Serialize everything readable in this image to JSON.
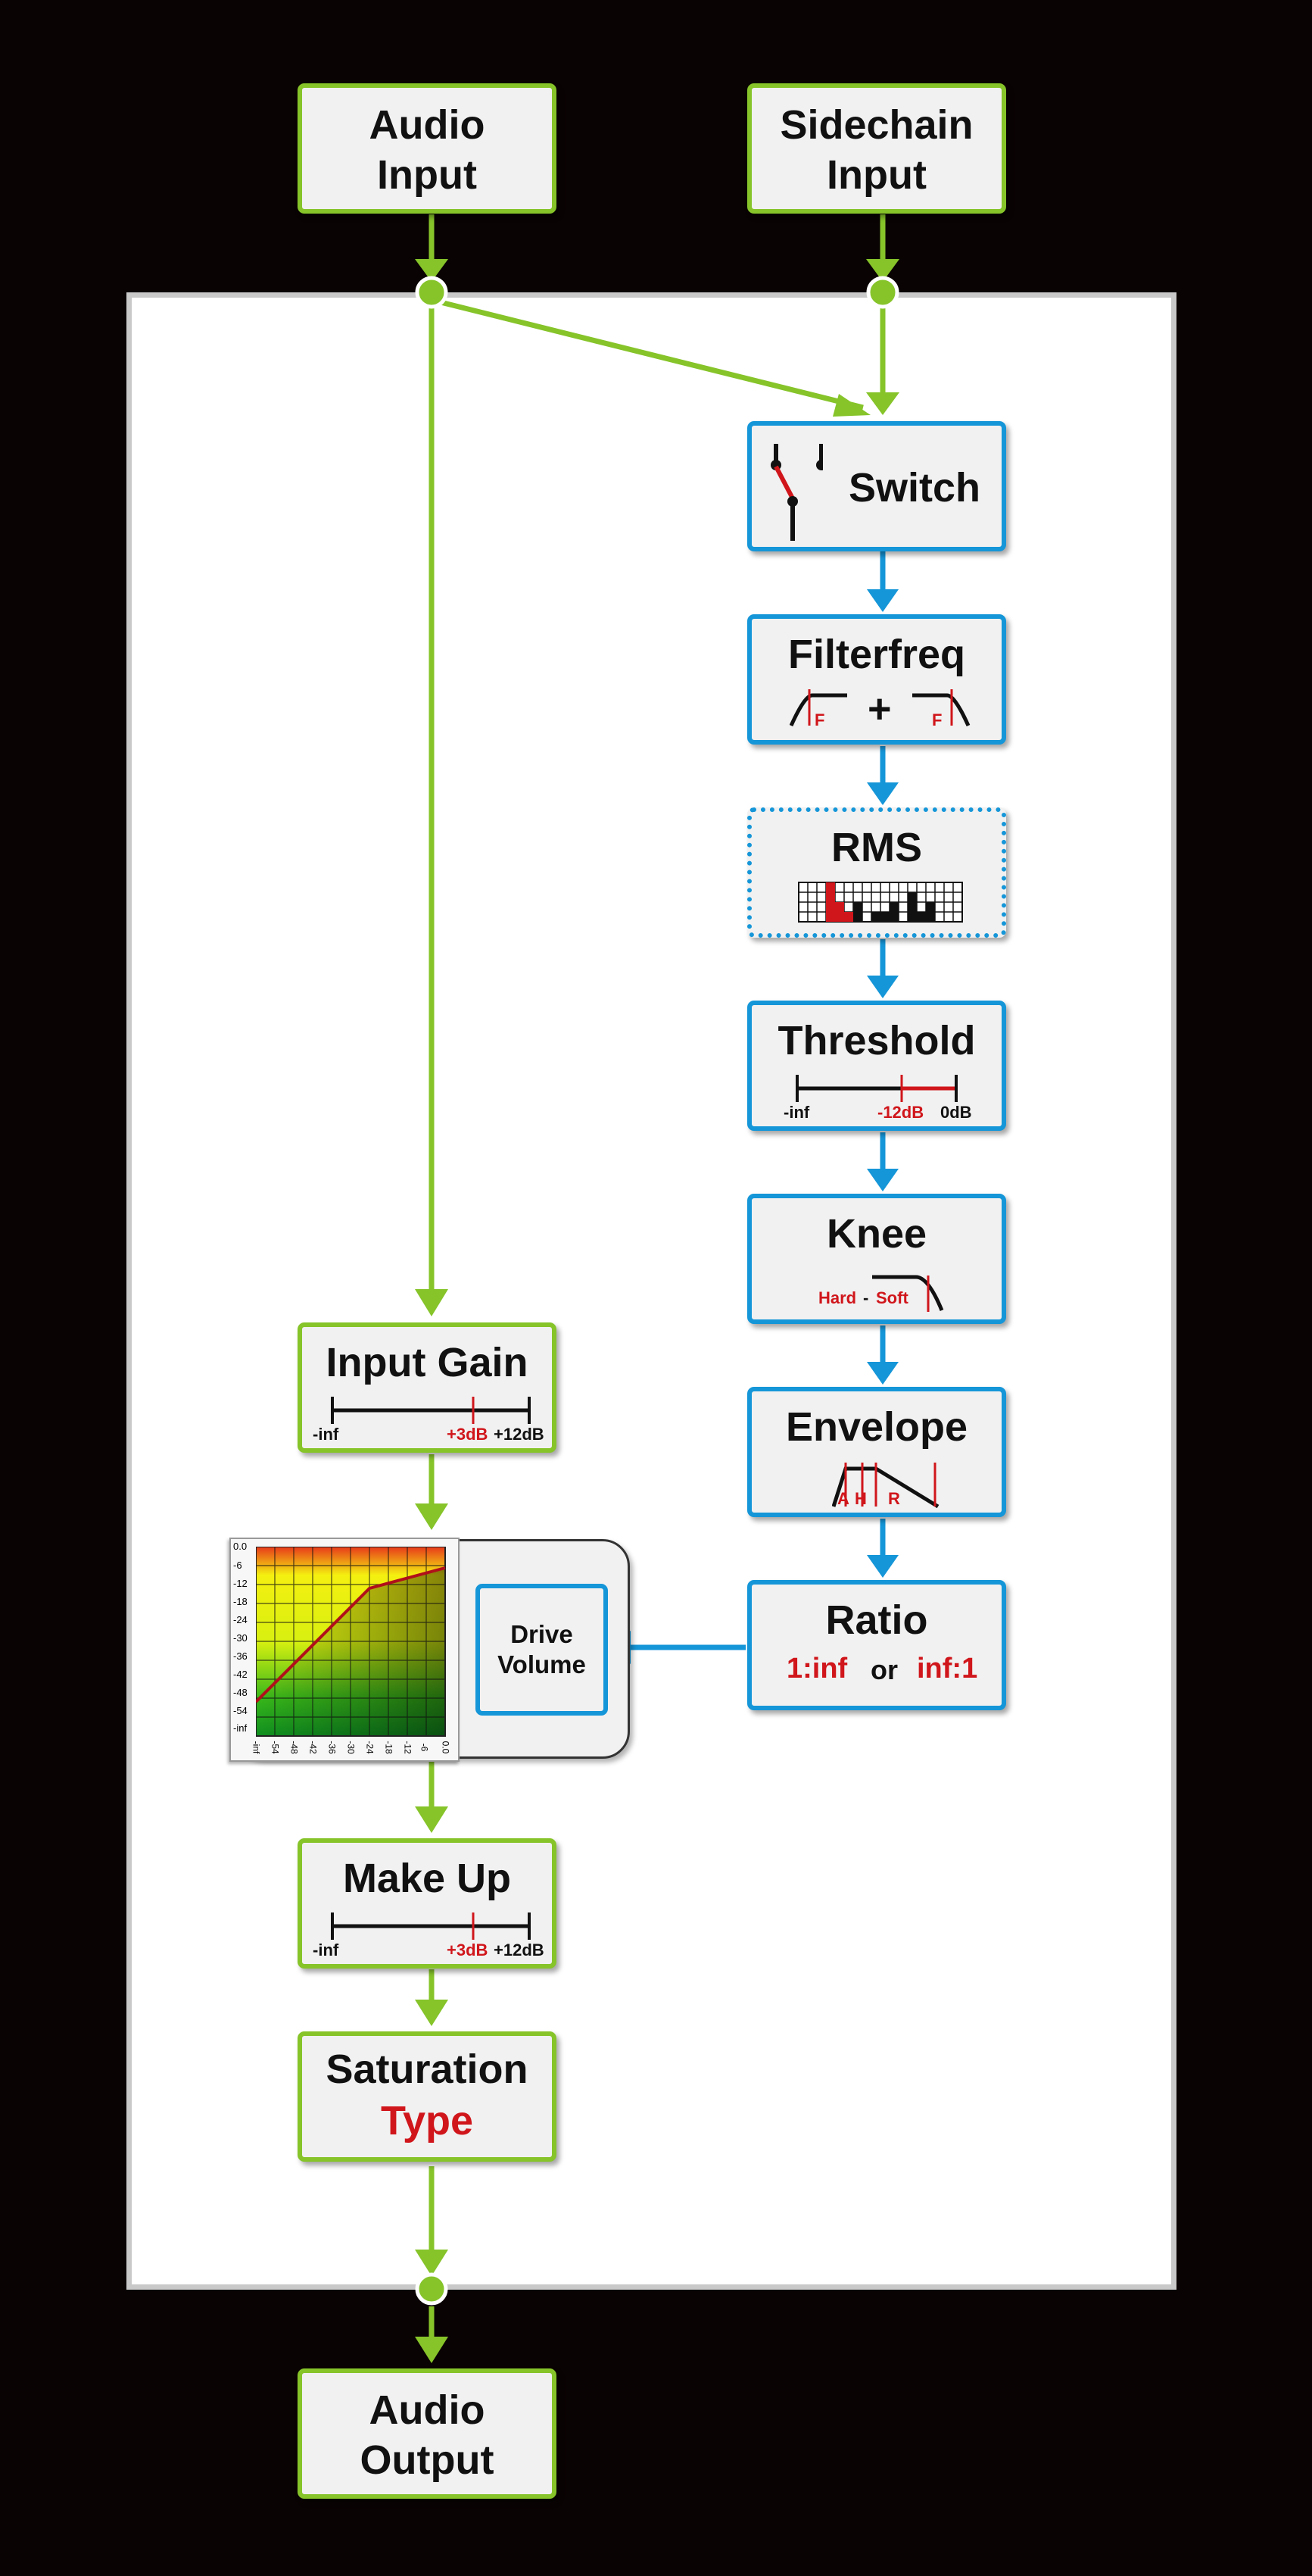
{
  "nodes": {
    "audio_input": {
      "line1": "Audio",
      "line2": "Input"
    },
    "sidechain_input": {
      "line1": "Sidechain",
      "line2": "Input"
    },
    "switch": {
      "title": "Switch"
    },
    "filterfreq": {
      "title": "Filterfreq",
      "plus": "+",
      "f1": "F",
      "f2": "F"
    },
    "rms": {
      "title": "RMS"
    },
    "threshold": {
      "title": "Threshold",
      "min": "-inf",
      "mid": "-12dB",
      "max": "0dB"
    },
    "knee": {
      "title": "Knee",
      "hard": "Hard",
      "dash": "-",
      "soft": "Soft"
    },
    "envelope": {
      "title": "Envelope",
      "a": "A",
      "h": "H",
      "r": "R"
    },
    "ratio": {
      "title": "Ratio",
      "opt1": "1:inf",
      "or": "or",
      "opt2": "inf:1"
    },
    "input_gain": {
      "title": "Input Gain",
      "min": "-inf",
      "mid": "+3dB",
      "max": "+12dB"
    },
    "drive_volume": {
      "line1": "Drive",
      "line2": "Volume"
    },
    "make_up": {
      "title": "Make Up",
      "min": "-inf",
      "mid": "+3dB",
      "max": "+12dB"
    },
    "saturation": {
      "title": "Saturation",
      "type": "Type"
    },
    "audio_output": {
      "line1": "Audio",
      "line2": "Output"
    }
  },
  "curve_graph": {
    "y_ticks": [
      "0.0",
      "-6",
      "-12",
      "-18",
      "-24",
      "-30",
      "-36",
      "-42",
      "-48",
      "-54",
      "-inf"
    ],
    "x_ticks": [
      "-inf",
      "-54",
      "-48",
      "-42",
      "-36",
      "-30",
      "-24",
      "-18",
      "-12",
      "-6",
      "0.0"
    ]
  },
  "colors": {
    "audio_path": "#86c42a",
    "sidechain_path": "#1596d8",
    "accent": "#d0161b"
  }
}
